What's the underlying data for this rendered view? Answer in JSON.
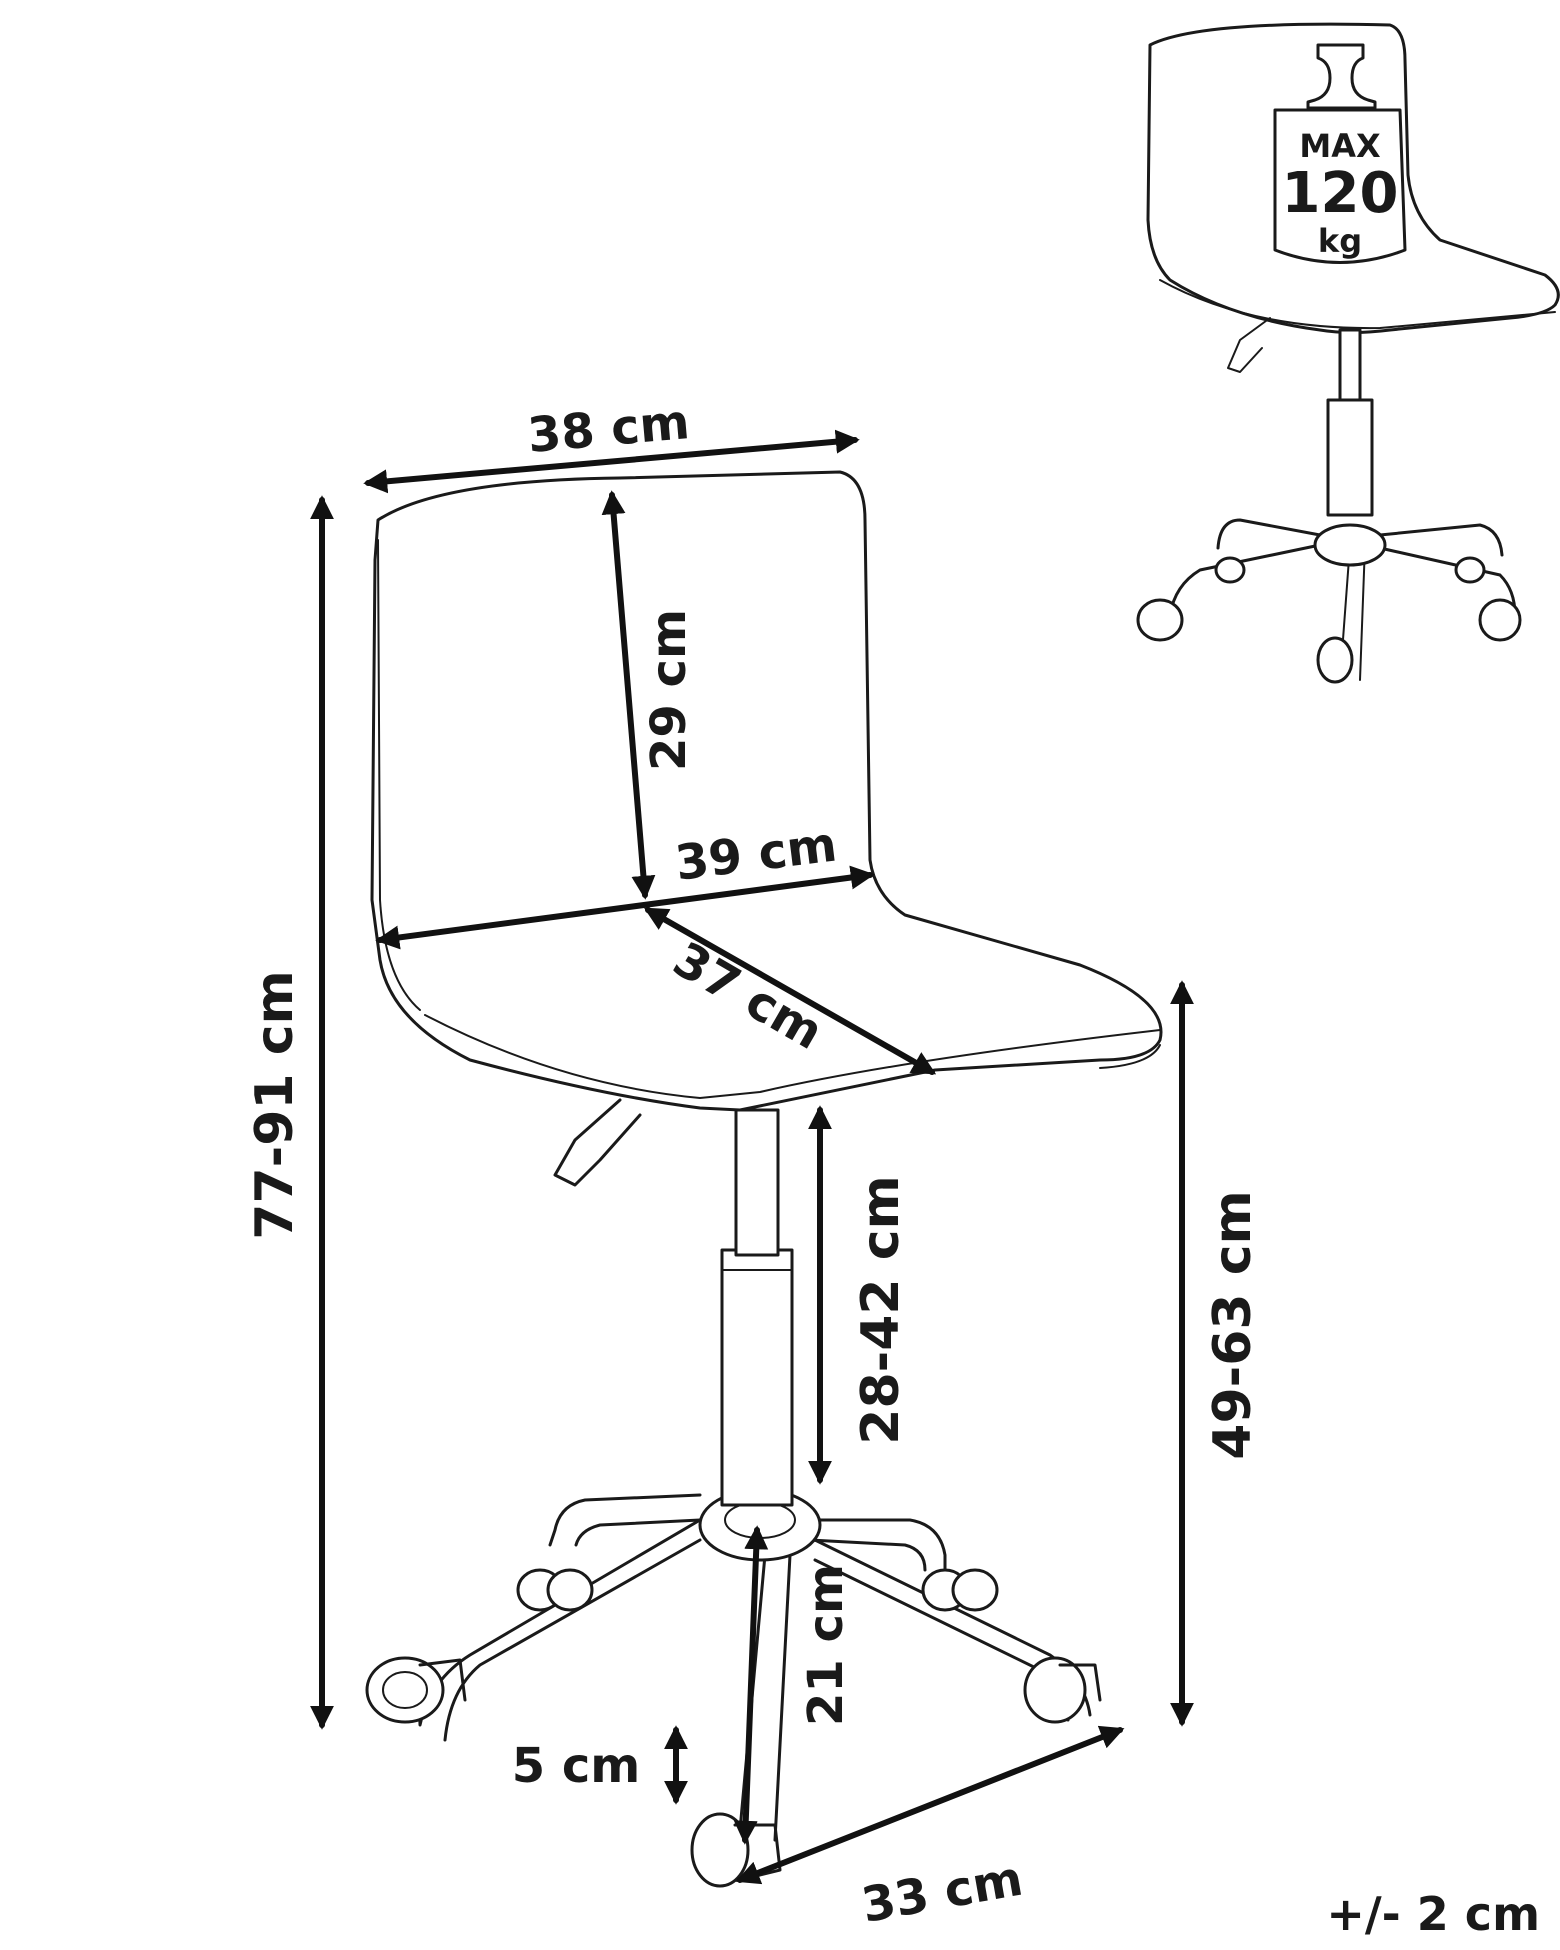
{
  "dimensions": {
    "seat_back_width": "38 cm",
    "backrest_height": "29 cm",
    "seat_width": "39 cm",
    "seat_depth": "37 cm",
    "overall_height": "77-91 cm",
    "column_height": "28-42 cm",
    "seat_height": "49-63 cm",
    "base_radius": "21 cm",
    "caster_height": "5 cm",
    "base_width": "33 cm"
  },
  "weight_badge": {
    "max_label": "MAX",
    "value": "120",
    "unit": "kg"
  },
  "tolerance": "+/- 2 cm",
  "colors": {
    "line": "#1a1a1a",
    "background": "#ffffff"
  }
}
